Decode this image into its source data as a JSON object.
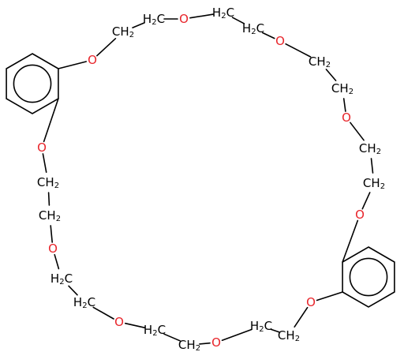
{
  "molecule": {
    "colors": {
      "bond": "#000000",
      "carbon_label": "#000000",
      "oxygen_label": "#e8242a"
    },
    "atoms": [
      {
        "id": "o1",
        "label": "O"
      },
      {
        "id": "c1",
        "label": "CH2"
      },
      {
        "id": "c2",
        "label": "H2C"
      },
      {
        "id": "o2",
        "label": "O"
      },
      {
        "id": "c3",
        "label": "H2C"
      },
      {
        "id": "c4",
        "label": "H2C"
      },
      {
        "id": "o3",
        "label": "O"
      },
      {
        "id": "c5",
        "label": "CH2"
      },
      {
        "id": "c6",
        "label": "CH2"
      },
      {
        "id": "o4",
        "label": "O"
      },
      {
        "id": "c7",
        "label": "CH2"
      },
      {
        "id": "c8",
        "label": "CH2"
      },
      {
        "id": "o5",
        "label": "O"
      },
      {
        "id": "o6",
        "label": "O"
      },
      {
        "id": "c9",
        "label": "H2C"
      },
      {
        "id": "c10",
        "label": "CH2"
      },
      {
        "id": "o7",
        "label": "O"
      },
      {
        "id": "c11",
        "label": "CH2"
      },
      {
        "id": "c12",
        "label": "H2C"
      },
      {
        "id": "o8",
        "label": "O"
      },
      {
        "id": "c13",
        "label": "H2C"
      },
      {
        "id": "c14",
        "label": "H2C"
      },
      {
        "id": "o9",
        "label": "O"
      },
      {
        "id": "c15",
        "label": "CH2"
      },
      {
        "id": "c16",
        "label": "CH2"
      },
      {
        "id": "o10",
        "label": "O"
      }
    ]
  }
}
